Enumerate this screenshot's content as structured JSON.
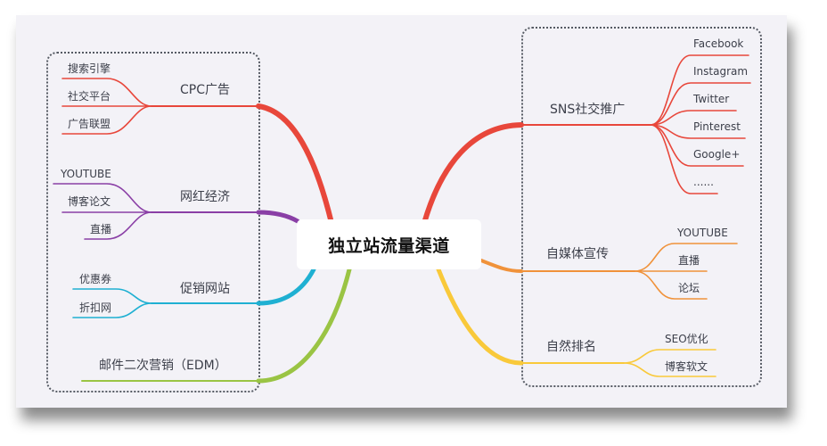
{
  "center": {
    "label": "独立站流量渠道"
  },
  "colors": {
    "cpc": "#e8473b",
    "influencer": "#8a3fa6",
    "promo": "#1fb0d2",
    "edm": "#9ac444",
    "sns": "#e8473b",
    "selfmedia": "#f0923a",
    "organic": "#f9c93a",
    "background": "#f3f2f7",
    "text": "#3c3f4a"
  },
  "left": {
    "branches": [
      {
        "label": "CPC广告",
        "children": [
          "搜索引擎",
          "社交平台",
          "广告联盟"
        ]
      },
      {
        "label": "网红经济",
        "children": [
          "YOUTUBE",
          "博客论文",
          "直播"
        ]
      },
      {
        "label": "促销网站",
        "children": [
          "优惠券",
          "折扣网"
        ]
      },
      {
        "label": "邮件二次营销（EDM）",
        "children": []
      }
    ]
  },
  "right": {
    "branches": [
      {
        "label": "SNS社交推广",
        "children": [
          "Facebook",
          "Instagram",
          "Twitter",
          "Pinterest",
          "Google+",
          "......"
        ]
      },
      {
        "label": "自媒体宣传",
        "children": [
          "YOUTUBE",
          "直播",
          "论坛"
        ]
      },
      {
        "label": "自然排名",
        "children": [
          "SEO优化",
          "博客软文"
        ]
      }
    ]
  }
}
